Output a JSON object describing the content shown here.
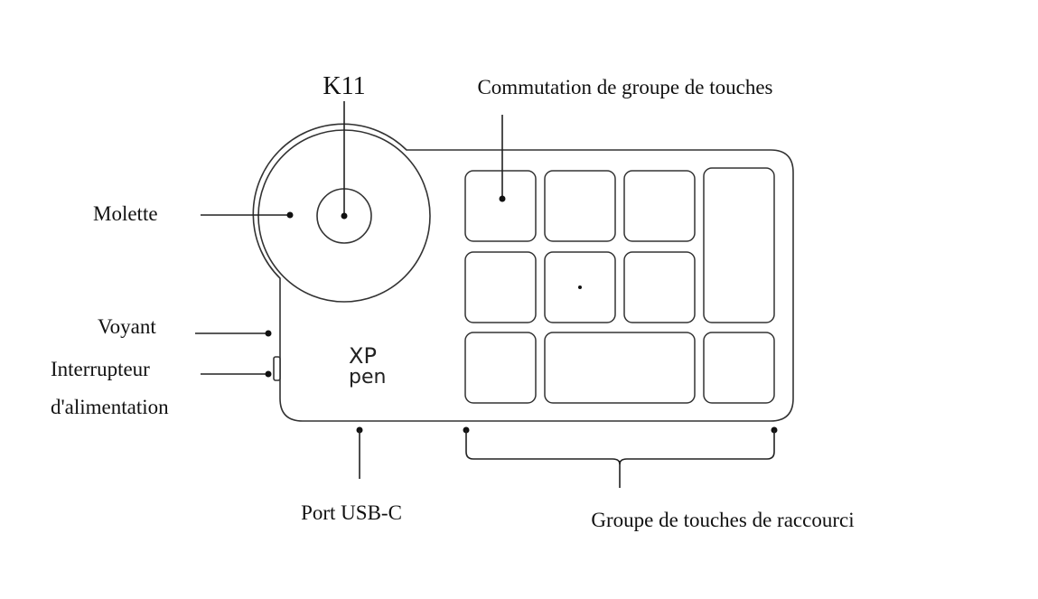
{
  "labels": {
    "model": "K11",
    "key_group_switch": "Commutation de groupe de touches",
    "dial": "Molette",
    "indicator": "Voyant",
    "power_switch_line1": "Interrupteur",
    "power_switch_line2": "d'alimentation",
    "usb_port": "Port USB-C",
    "shortcut_keys": "Groupe de touches de raccourci"
  },
  "logo": {
    "line1": "XP",
    "line2": "pen"
  }
}
